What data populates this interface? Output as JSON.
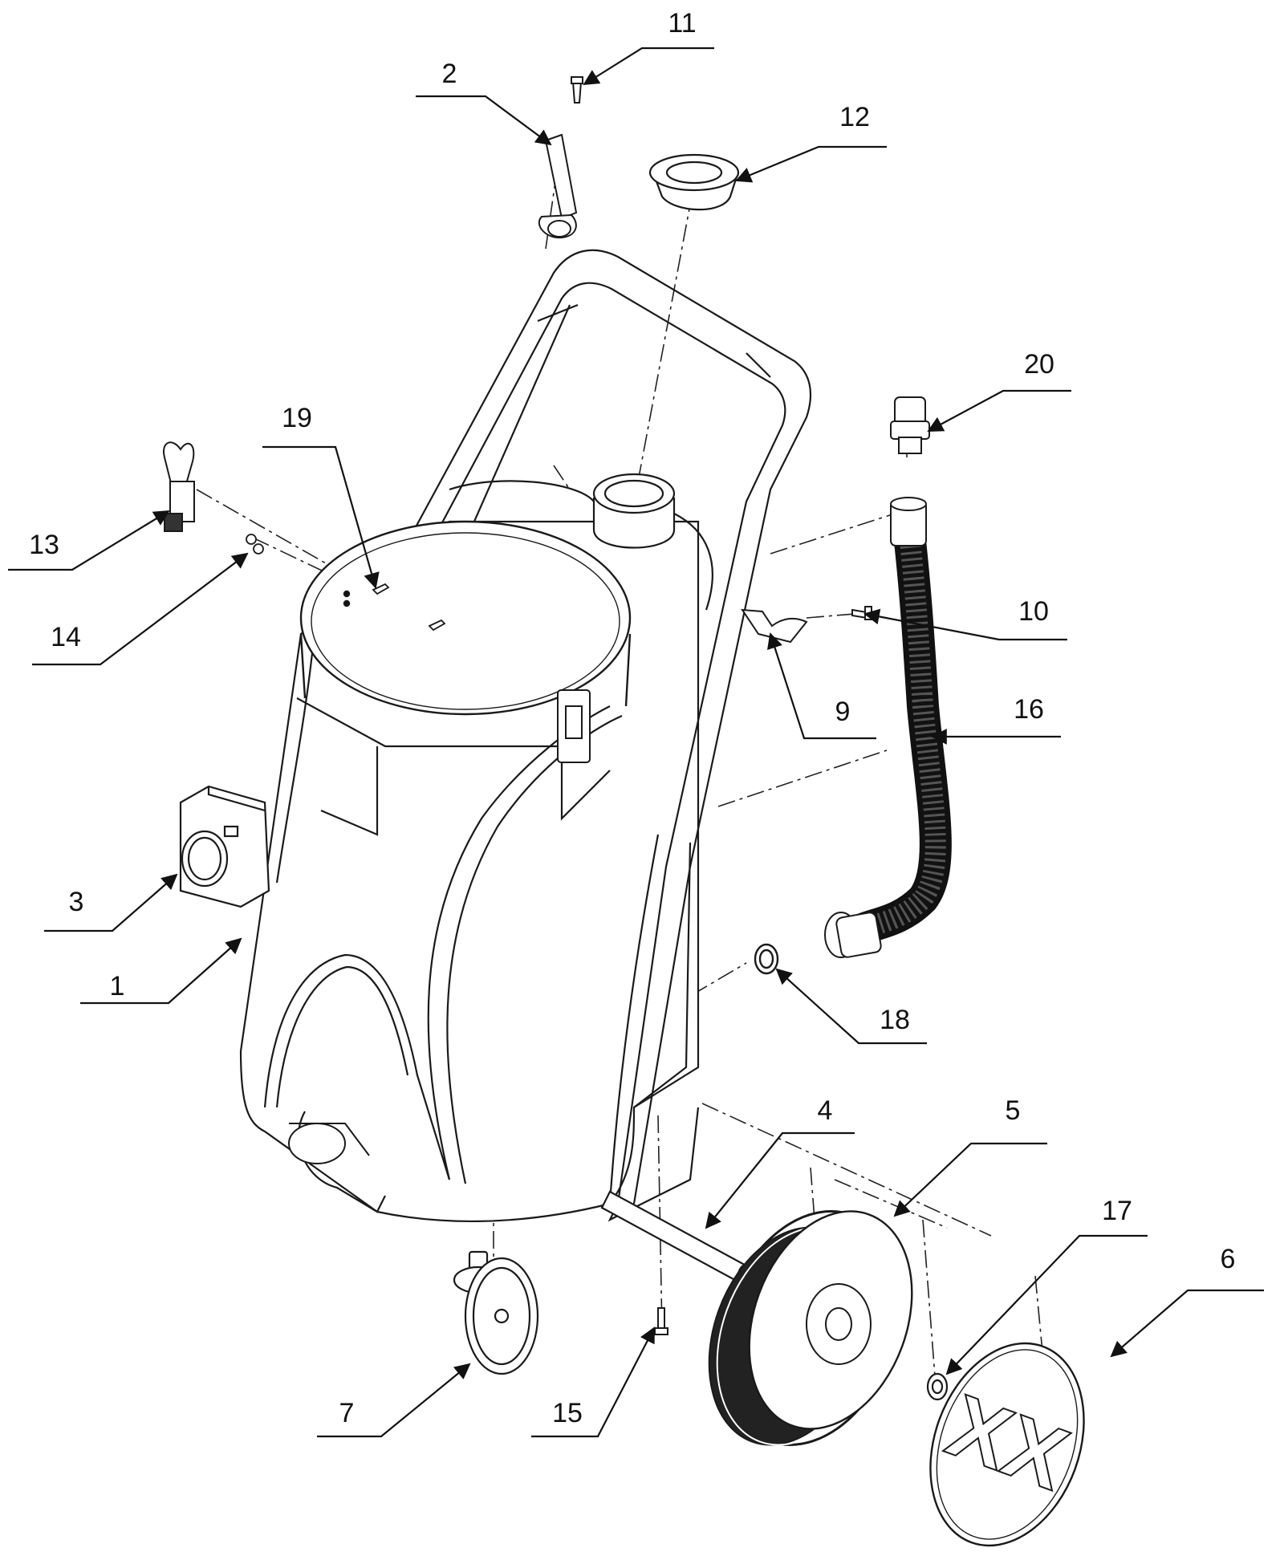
{
  "diagram": {
    "type": "exploded-parts-diagram",
    "line_color": "#1a1a1a",
    "background": "#ffffff",
    "callouts": [
      {
        "id": "1",
        "label": "1"
      },
      {
        "id": "2",
        "label": "2"
      },
      {
        "id": "3",
        "label": "3"
      },
      {
        "id": "4",
        "label": "4"
      },
      {
        "id": "5",
        "label": "5"
      },
      {
        "id": "6",
        "label": "6"
      },
      {
        "id": "7",
        "label": "7"
      },
      {
        "id": "9",
        "label": "9"
      },
      {
        "id": "10",
        "label": "10"
      },
      {
        "id": "11",
        "label": "11"
      },
      {
        "id": "12",
        "label": "12"
      },
      {
        "id": "13",
        "label": "13"
      },
      {
        "id": "14",
        "label": "14"
      },
      {
        "id": "15",
        "label": "15"
      },
      {
        "id": "16",
        "label": "16"
      },
      {
        "id": "17",
        "label": "17"
      },
      {
        "id": "18",
        "label": "18"
      },
      {
        "id": "19",
        "label": "19"
      },
      {
        "id": "20",
        "label": "20"
      }
    ],
    "hubcap_text": "XX"
  }
}
